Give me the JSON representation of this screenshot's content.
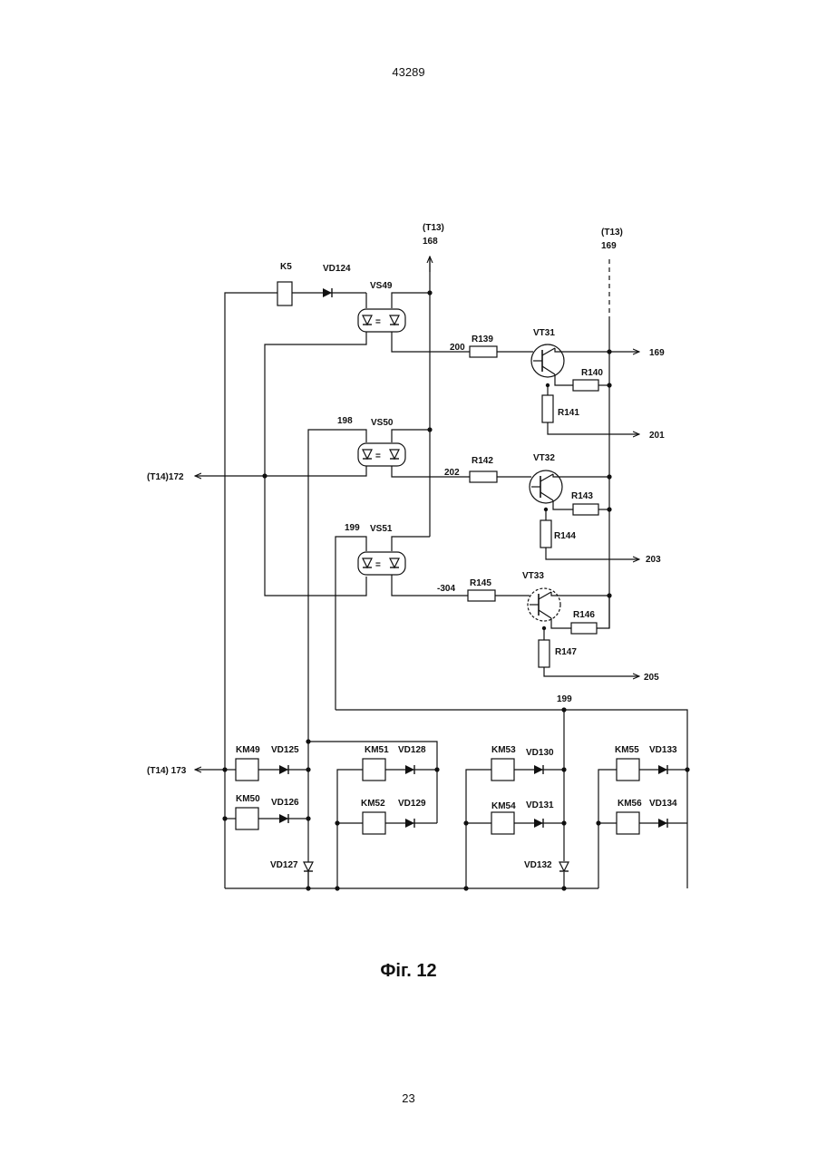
{
  "header": {
    "doc_number": "43289",
    "page_number": "23"
  },
  "caption": "Фіг. 12",
  "labels": {
    "t13_168": "(T13)",
    "n168": "168",
    "t13_169": "(T13)",
    "n169": "169",
    "k5": "K5",
    "vd124": "VD124",
    "vs49": "VS49",
    "r139": "R139",
    "vt31": "VT31",
    "n200": "200",
    "out169": "169",
    "r140": "R140",
    "r141": "R141",
    "out201": "201",
    "n198": "198",
    "vs50": "VS50",
    "t14_172": "(T14)172",
    "n202": "202",
    "r142": "R142",
    "vt32": "VT32",
    "r143": "R143",
    "r144": "R144",
    "out203": "203",
    "n199a": "199",
    "vs51": "VS51",
    "n304": "-304",
    "r145": "R145",
    "vt33": "VT33",
    "r146": "R146",
    "r147": "R147",
    "out205": "205",
    "n199b": "199",
    "t14_173": "(T14) 173",
    "km49": "KM49",
    "vd125": "VD125",
    "km50": "KM50",
    "vd126": "VD126",
    "vd127": "VD127",
    "km51": "KM51",
    "vd128": "VD128",
    "km52": "KM52",
    "vd129": "VD129",
    "km53": "KM53",
    "vd130": "VD130",
    "km54": "KM54",
    "vd131": "VD131",
    "vd132": "VD132",
    "km55": "KM55",
    "vd133": "VD133",
    "km56": "KM56",
    "vd134": "VD134"
  }
}
